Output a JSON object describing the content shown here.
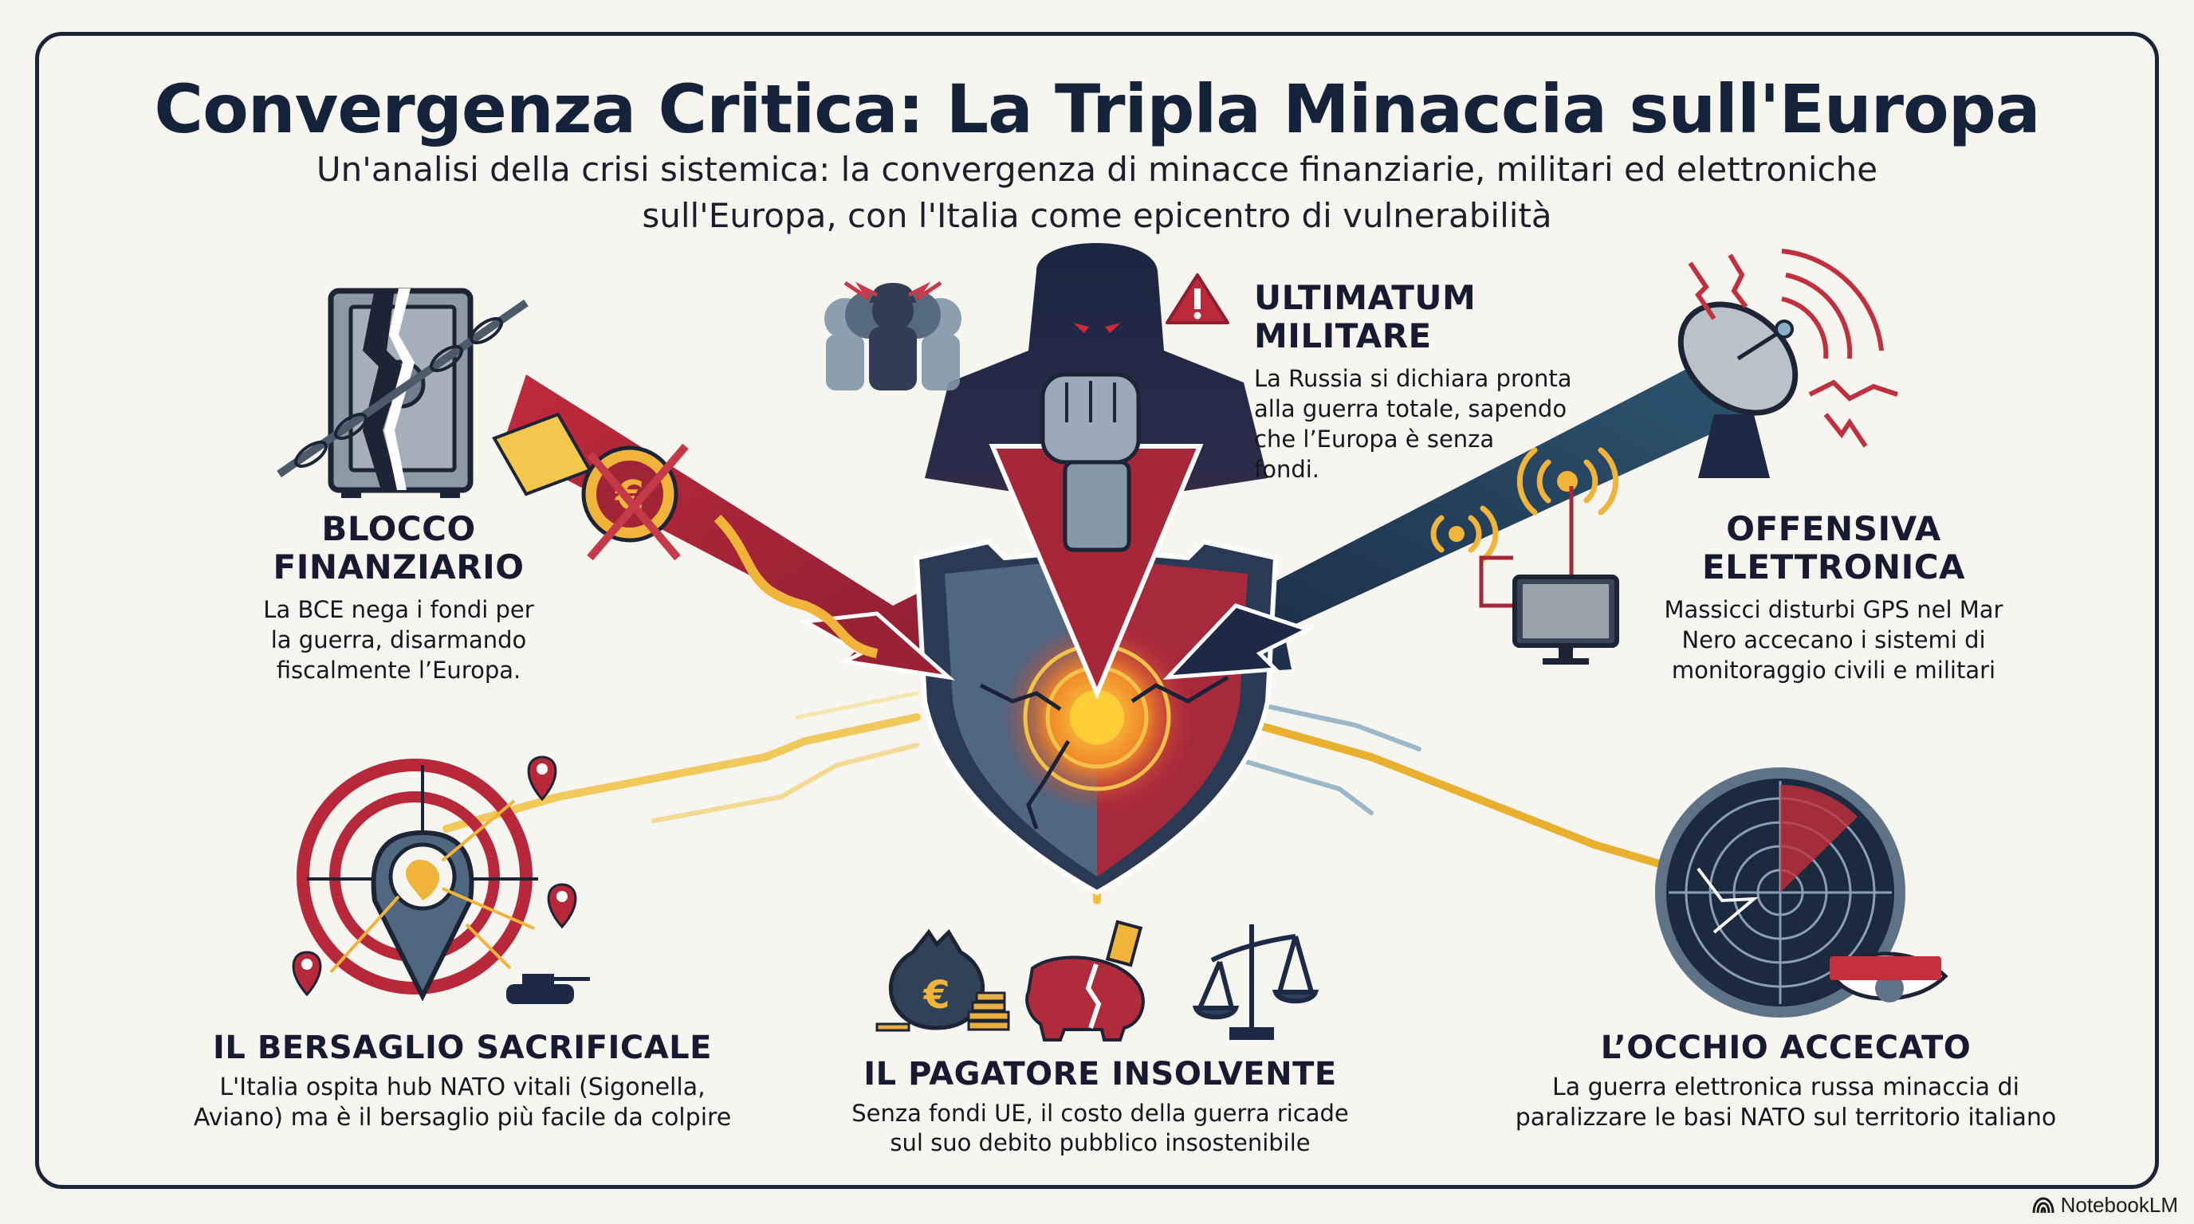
{
  "header": {
    "title": "Convergenza Critica: La Tripla Minaccia sull'Europa",
    "subtitle_line1": "Un'analisi della crisi sistemica: la convergenza di minacce finanziarie, militari ed elettroniche",
    "subtitle_line2": "sull'Europa, con l'Italia come epicentro di vulnerabilità"
  },
  "threats": {
    "finanziario": {
      "title_line1": "BLOCCO",
      "title_line2": "FINANZIARIO",
      "body_line1": "La BCE nega i fondi per",
      "body_line2": "la guerra, disarmando",
      "body_line3": "fiscalmente l’Europa.",
      "icon": "broken-chained-safe-icon"
    },
    "militare": {
      "title_line1": "ULTIMATUM",
      "title_line2": "MILITARE",
      "body_line1": "La Russia si dichiara pronta",
      "body_line2": "alla guerra totale, sapendo",
      "body_line3": "che l’Europa è senza",
      "body_line4": "fondi.",
      "icon": "hooded-figure-fist-icon"
    },
    "elettronica": {
      "title_line1": "OFFENSIVA",
      "title_line2": "ELETTRONICA",
      "body_line1": "Massicci disturbi GPS nel Mar",
      "body_line2": "Nero accecano i sistemi di",
      "body_line3": "monitoraggio civili e militari",
      "icon": "satellite-dish-jamming-icon"
    }
  },
  "consequences": {
    "bersaglio": {
      "title": "IL BERSAGLIO SACRIFICALE",
      "body_line1": "L'Italia ospita hub NATO vitali (Sigonella,",
      "body_line2": "Aviano) ma è il bersaglio più facile da colpire",
      "icon": "target-map-pin-icon"
    },
    "pagatore": {
      "title": "IL PAGATORE INSOLVENTE",
      "body_line1": "Senza fondi UE, il costo della guerra ricade",
      "body_line2": "sul suo debito pubblico insostenibile",
      "icon": "broken-piggy-bank-icon"
    },
    "occhio": {
      "title": "L’OCCHIO ACCECATO",
      "body_line1": "La guerra elettronica russa minaccia di",
      "body_line2": "paralizzare le basi NATO sul territorio italiano",
      "icon": "blindfolded-radar-icon"
    }
  },
  "center": {
    "icon": "cracked-shield-target-icon"
  },
  "footer": {
    "brand": "NotebookLM"
  },
  "colors": {
    "navy": "#1c2a45",
    "crimson": "#b0263a",
    "slate": "#5b7184",
    "gold": "#f0b43a",
    "background": "#f6f5f0"
  }
}
